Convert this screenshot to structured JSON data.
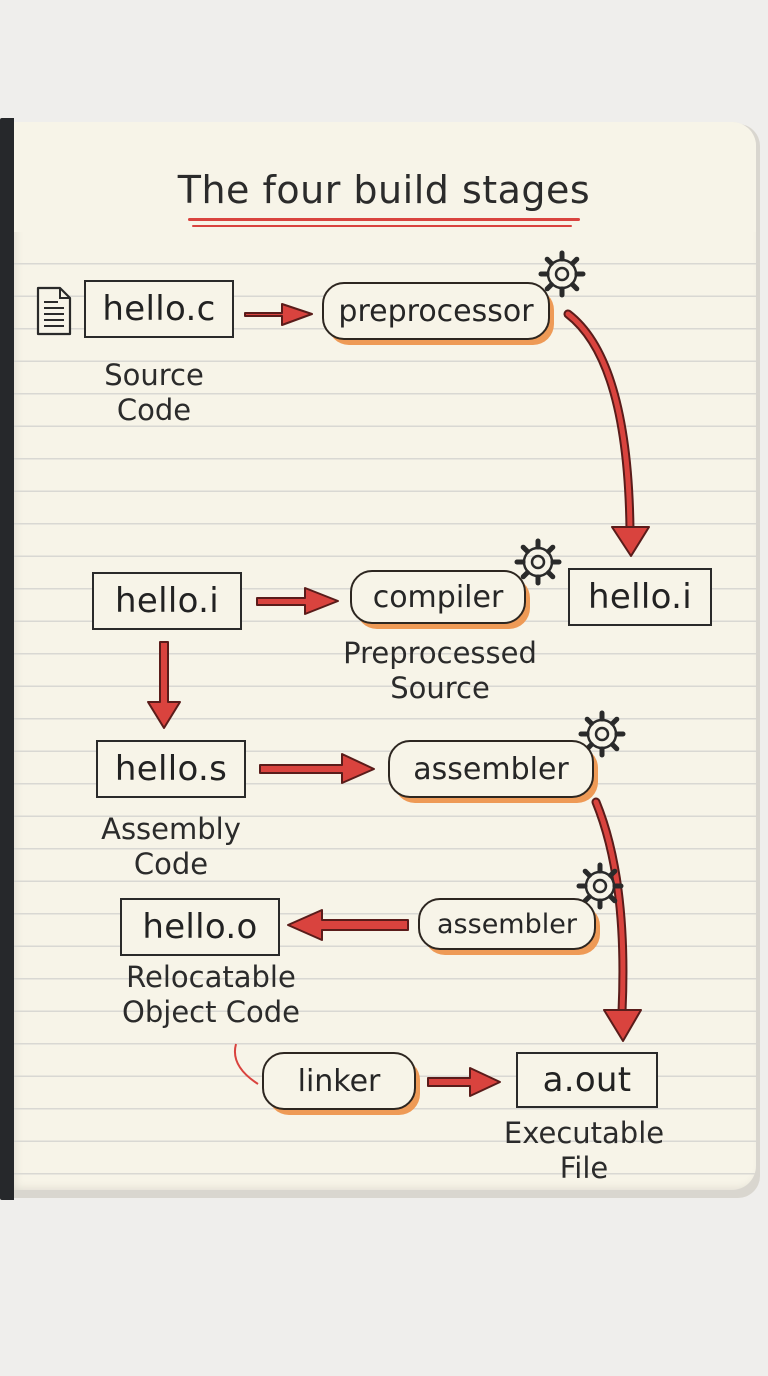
{
  "title": "The four build stages",
  "files": {
    "hello_c": "hello.c",
    "hello_i_left": "hello.i",
    "hello_i_right": "hello.i",
    "hello_s": "hello.s",
    "hello_o": "hello.o",
    "a_out": "a.out"
  },
  "tools": {
    "preprocessor": "preprocessor",
    "compiler": "compiler",
    "assembler_1": "assembler",
    "assembler_2": "assembler",
    "linker": "linker"
  },
  "captions": {
    "source_code": [
      "Source",
      "Code"
    ],
    "preprocessed_source": [
      "Preprocessed",
      "Source"
    ],
    "assembly_code": [
      "Assembly",
      "Code"
    ],
    "relocatable_object_code": [
      "Relocatable",
      "Object Code"
    ],
    "executable_file": [
      "Executable",
      "File"
    ]
  },
  "colors": {
    "arrow": "#d9433e",
    "tool_highlight": "#ee9a56",
    "ink": "#2a2a2a",
    "paper": "#f7f4e8"
  },
  "icons": [
    "document-icon",
    "gear-icon"
  ]
}
